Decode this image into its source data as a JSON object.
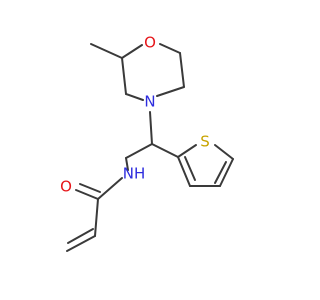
{
  "atoms": {
    "oxygen_ring": {
      "label": "O",
      "color": "#e6161a"
    },
    "nitrogen_ring": {
      "label": "N",
      "color": "#2d2cde"
    },
    "sulfur": {
      "label": "S",
      "color": "#c8a400"
    },
    "nitrogen_amide": {
      "label": "NH",
      "color": "#2d2cde"
    },
    "oxygen_carbonyl": {
      "label": "O",
      "color": "#e6161a"
    }
  },
  "colors": {
    "bond": "#3a3a3a",
    "background": "#ffffff"
  }
}
